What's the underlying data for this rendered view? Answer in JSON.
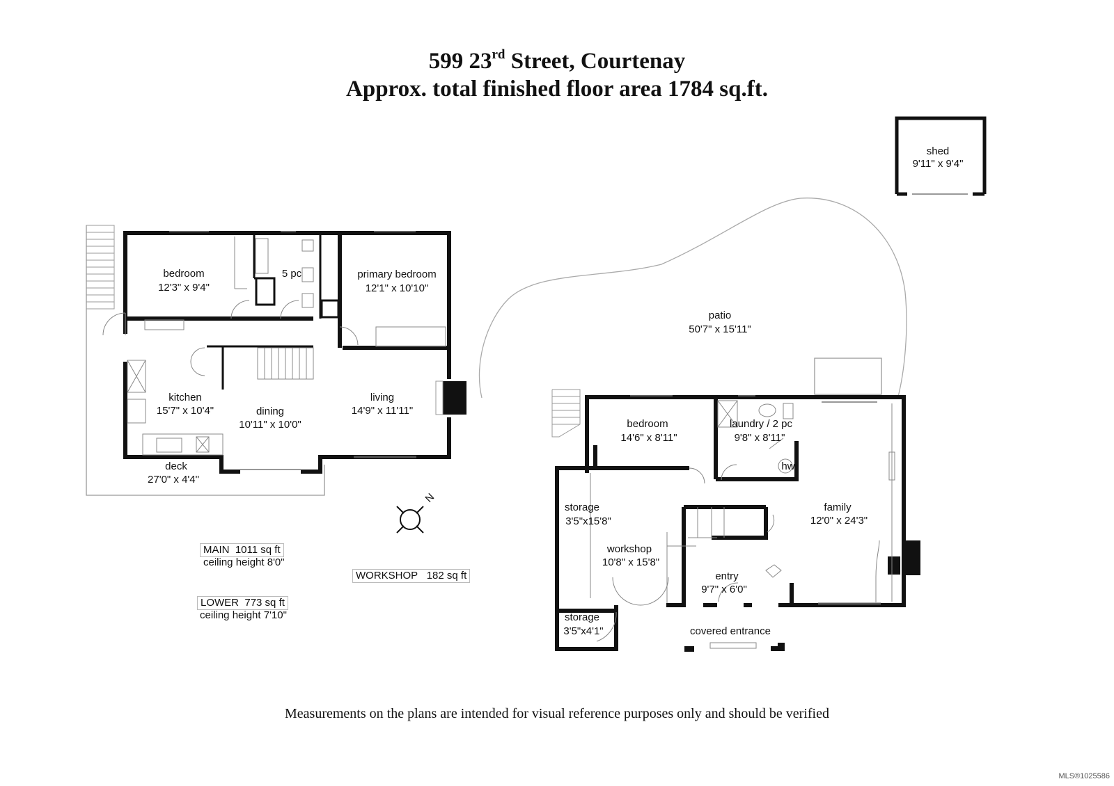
{
  "title": {
    "address_number": "599 23",
    "address_suffix": "rd",
    "address_rest": " Street, Courtenay",
    "area_line": "Approx. total finished floor area 1784 sq.ft."
  },
  "rooms": {
    "shed": {
      "name": "shed",
      "dims": "9'11\" x 9'4\""
    },
    "bedroom_main": {
      "name": "bedroom",
      "dims": "12'3\" x 9'4\""
    },
    "bath_5pc": {
      "name": "5 pc"
    },
    "primary_bedroom": {
      "name": "primary bedroom",
      "dims": "12'1\" x 10'10\""
    },
    "patio": {
      "name": "patio",
      "dims": "50'7\" x 15'11\""
    },
    "kitchen": {
      "name": "kitchen",
      "dims": "15'7\" x 10'4\""
    },
    "dining": {
      "name": "dining",
      "dims": "10'11\" x 10'0\""
    },
    "living": {
      "name": "living",
      "dims": "14'9\" x 11'11\""
    },
    "deck": {
      "name": "deck",
      "dims": "27'0\" x 4'4\""
    },
    "bedroom_lower": {
      "name": "bedroom",
      "dims": "14'6\" x 8'11\""
    },
    "laundry": {
      "name": "laundry / 2 pc",
      "dims": "9'8\" x 8'11\""
    },
    "hw": {
      "name": "hw"
    },
    "storage_1": {
      "name": "storage",
      "dims": "3'5\"x15'8\""
    },
    "family": {
      "name": "family",
      "dims": "12'0\" x 24'3\""
    },
    "workshop": {
      "name": "workshop",
      "dims": "10'8\" x 15'8\""
    },
    "entry": {
      "name": "entry",
      "dims": "9'7\" x 6'0\""
    },
    "storage_2": {
      "name": "storage",
      "dims": "3'5\"x4'1\""
    },
    "covered_entrance": {
      "name": "covered entrance"
    }
  },
  "compass": {
    "label": "N"
  },
  "legend": {
    "main": {
      "label": "MAIN",
      "area": "1011 sq ft",
      "ceiling": "ceiling height 8'0\""
    },
    "lower": {
      "label": "LOWER",
      "area": "773 sq ft",
      "ceiling": "ceiling height 7'10\""
    },
    "workshop": {
      "label": "WORKSHOP",
      "area": "182 sq ft"
    }
  },
  "disclaimer": "Measurements on the plans are intended for visual reference purposes only and should be verified",
  "mls": "MLS®1025586"
}
